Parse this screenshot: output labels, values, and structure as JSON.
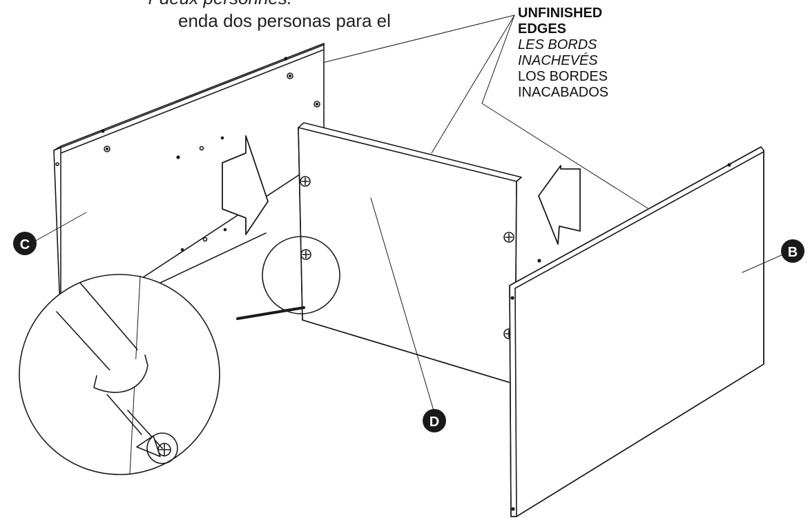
{
  "header_text": {
    "line_french": "r deux personnes.",
    "line_spanish": "enda dos personas para el"
  },
  "callout": {
    "english_line1": "UNFINISHED",
    "english_line2": "EDGES",
    "french_line1": "LES BORDS",
    "french_line2": "INACHEVÉS",
    "spanish_line1": "LOS BORDES",
    "spanish_line2": "INACABADOS"
  },
  "part_labels": {
    "c": "C",
    "d": "D",
    "b": "B"
  },
  "colors": {
    "line": "#1a1a1a",
    "badge_fill": "#1a1a1a",
    "background": "#ffffff"
  }
}
